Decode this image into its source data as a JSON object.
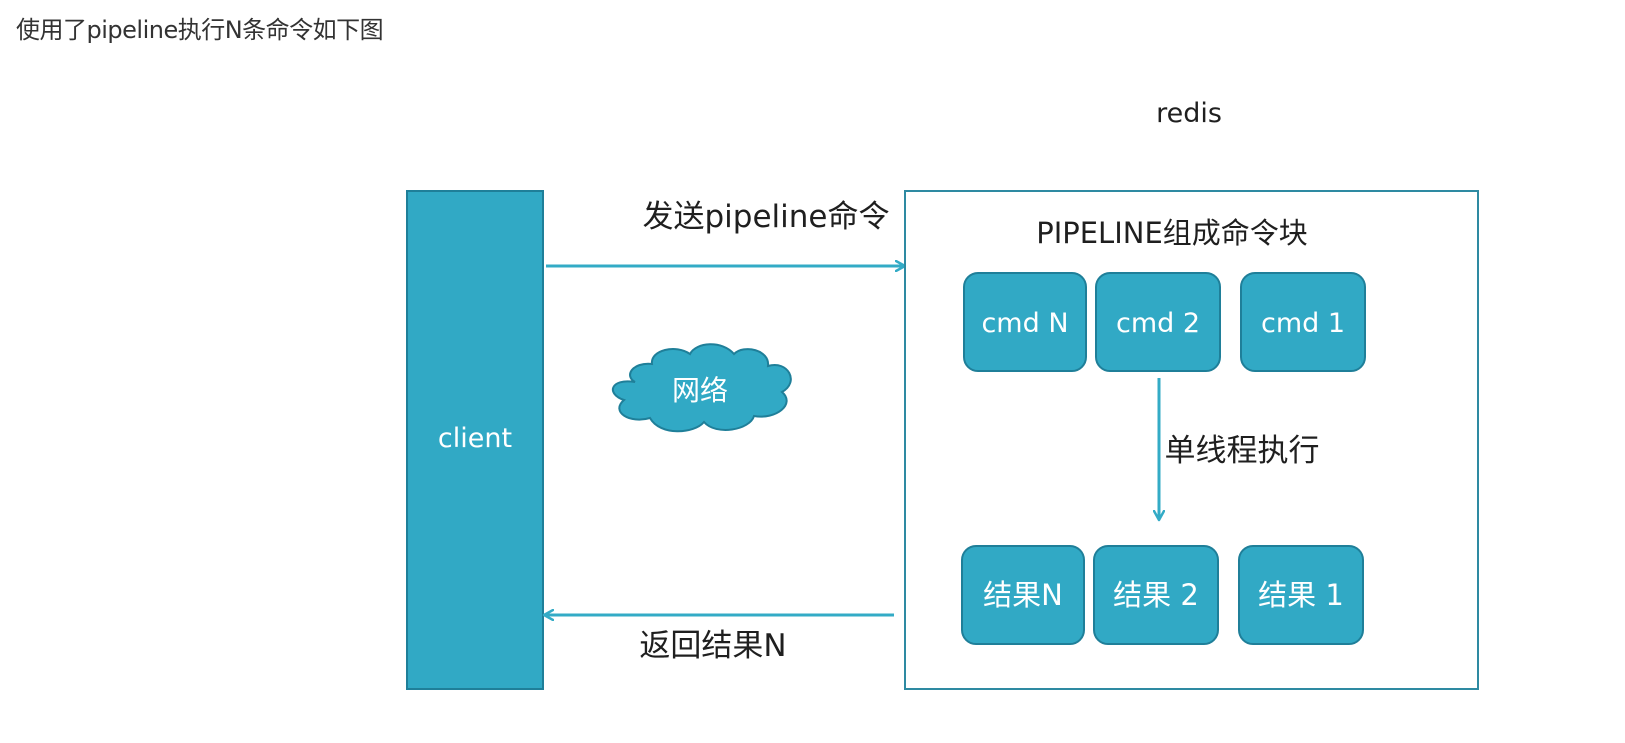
{
  "caption": "使用了pipeline执行N条命令如下图",
  "diagram": {
    "redis_label": "redis",
    "client_label": "client",
    "send_label": "发送pipeline命令",
    "return_label": "返回结果N",
    "network_label": "网络",
    "pipeline_title": "PIPELINE组成命令块",
    "exec_label": "单线程执行",
    "commands": [
      "cmd N",
      "cmd 2",
      "cmd 1"
    ],
    "results": [
      "结果N",
      "结果 2",
      "结果 1"
    ]
  },
  "colors": {
    "accent_fill": "#31a9c5",
    "accent_stroke": "#1f7f99",
    "arrow": "#33abc6",
    "panel_border": "#2e8aa2"
  }
}
